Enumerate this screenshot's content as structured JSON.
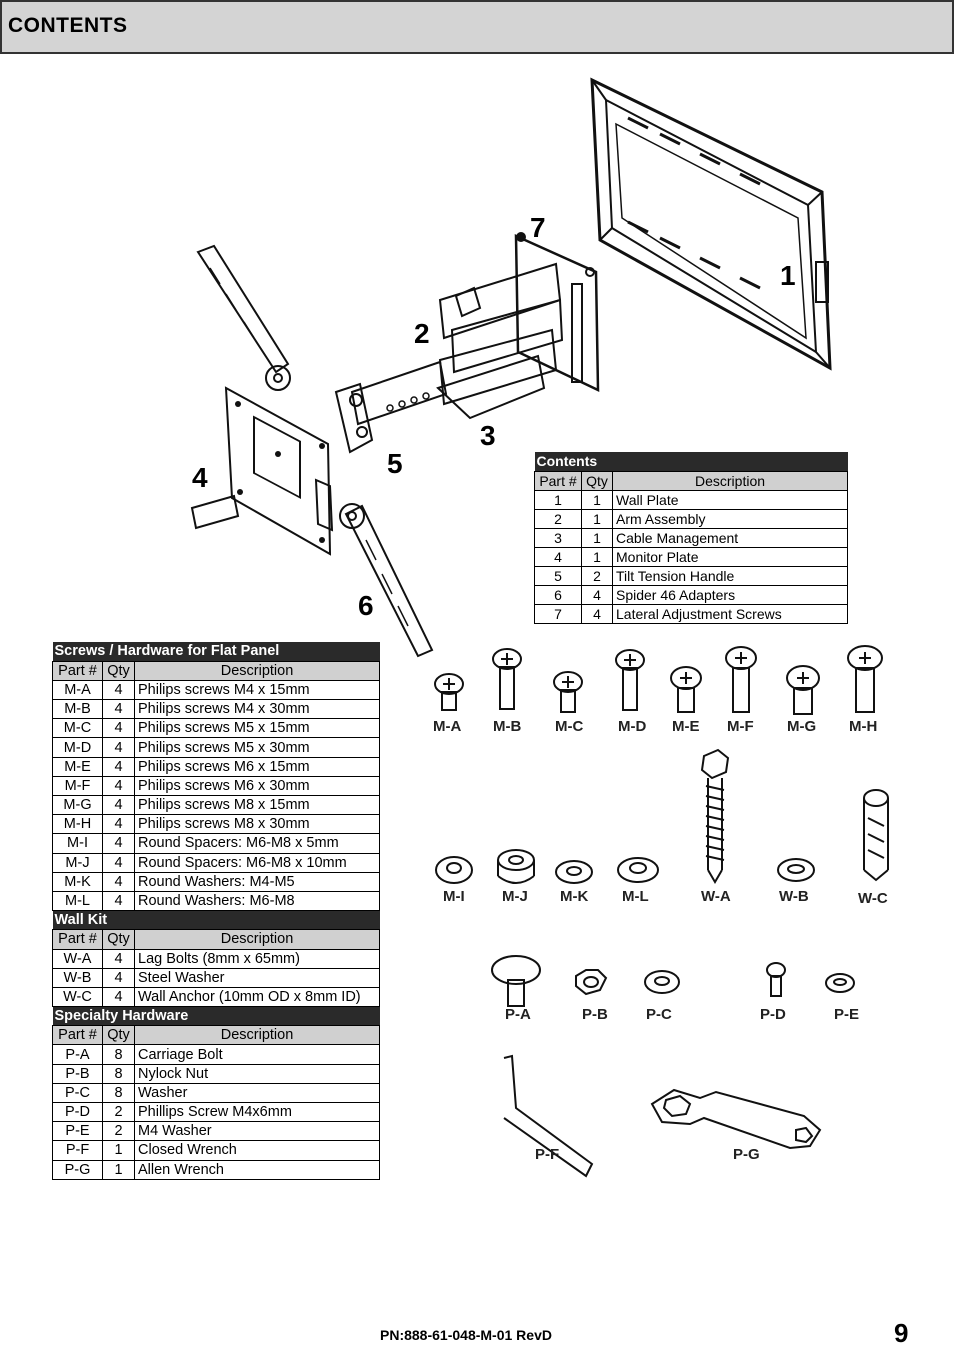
{
  "header": {
    "title": "CONTENTS"
  },
  "callouts": [
    "1",
    "2",
    "3",
    "4",
    "5",
    "6",
    "7"
  ],
  "contents_table": {
    "section": "Contents",
    "columns": [
      "Part #",
      "Qty",
      "Description"
    ],
    "rows": [
      [
        "1",
        "1",
        "Wall Plate"
      ],
      [
        "2",
        "1",
        "Arm Assembly"
      ],
      [
        "3",
        "1",
        "Cable Management"
      ],
      [
        "4",
        "1",
        "Monitor Plate"
      ],
      [
        "5",
        "2",
        "Tilt Tension Handle"
      ],
      [
        "6",
        "4",
        "Spider 46 Adapters"
      ],
      [
        "7",
        "4",
        "Lateral Adjustment Screws"
      ]
    ]
  },
  "hardware_table": {
    "sections": [
      {
        "title": "Screws / Hardware for Flat Panel",
        "columns": [
          "Part #",
          "Qty",
          "Description"
        ],
        "rows": [
          [
            "M-A",
            "4",
            "Philips screws M4 x 15mm"
          ],
          [
            "M-B",
            "4",
            "Philips screws M4 x 30mm"
          ],
          [
            "M-C",
            "4",
            "Philips screws M5 x 15mm"
          ],
          [
            "M-D",
            "4",
            "Philips screws M5 x 30mm"
          ],
          [
            "M-E",
            "4",
            "Philips screws M6 x 15mm"
          ],
          [
            "M-F",
            "4",
            "Philips screws M6 x 30mm"
          ],
          [
            "M-G",
            "4",
            "Philips screws M8 x 15mm"
          ],
          [
            "M-H",
            "4",
            "Philips screws M8 x 30mm"
          ],
          [
            "M-I",
            "4",
            "Round Spacers:  M6-M8 x 5mm"
          ],
          [
            "M-J",
            "4",
            "Round Spacers:  M6-M8 x 10mm"
          ],
          [
            "M-K",
            "4",
            "Round Washers: M4-M5"
          ],
          [
            "M-L",
            "4",
            "Round Washers: M6-M8"
          ]
        ]
      },
      {
        "title": "Wall Kit",
        "columns": [
          "Part #",
          "Qty",
          "Description"
        ],
        "rows": [
          [
            "W-A",
            "4",
            "Lag Bolts (8mm x 65mm)"
          ],
          [
            "W-B",
            "4",
            "Steel Washer"
          ],
          [
            "W-C",
            "4",
            "Wall Anchor (10mm OD x 8mm ID)"
          ]
        ]
      },
      {
        "title": "Specialty Hardware",
        "columns": [
          "Part #",
          "Qty",
          "Description"
        ],
        "rows": [
          [
            "P-A",
            "8",
            "Carriage Bolt"
          ],
          [
            "P-B",
            "8",
            "Nylock Nut"
          ],
          [
            "P-C",
            "8",
            "Washer"
          ],
          [
            "P-D",
            "2",
            "Phillips Screw M4x6mm"
          ],
          [
            "P-E",
            "2",
            "M4 Washer"
          ],
          [
            "P-F",
            "1",
            "Closed Wrench"
          ],
          [
            "P-G",
            "1",
            "Allen Wrench"
          ]
        ]
      }
    ]
  },
  "hardware_labels": {
    "screws": [
      "M-A",
      "M-B",
      "M-C",
      "M-D",
      "M-E",
      "M-F",
      "M-G",
      "M-H"
    ],
    "spacers": [
      "M-I",
      "M-J",
      "M-K",
      "M-L",
      "W-A",
      "W-B",
      "W-C"
    ],
    "specialty": [
      "P-A",
      "P-B",
      "P-C",
      "P-D",
      "P-E"
    ],
    "tools": [
      "P-F",
      "P-G"
    ]
  },
  "footer": {
    "part_number": "PN:888-61-048-M-01  RevD",
    "page": "9"
  }
}
